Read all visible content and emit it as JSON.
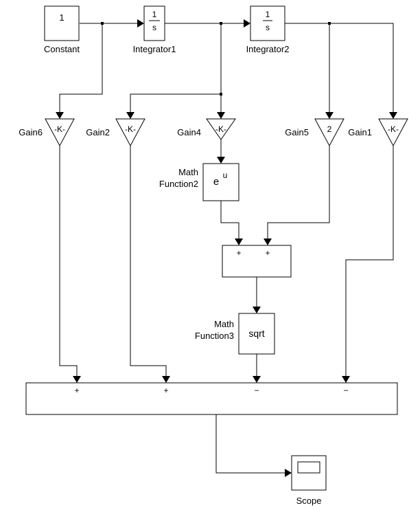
{
  "blocks": {
    "constant": {
      "name": "Constant",
      "value": "1"
    },
    "integrator1": {
      "name": "Integrator1",
      "num": "1",
      "den": "s"
    },
    "integrator2": {
      "name": "Integrator2",
      "num": "1",
      "den": "s"
    },
    "gain6": {
      "name": "Gain6",
      "value": "-K-"
    },
    "gain2": {
      "name": "Gain2",
      "value": "-K-"
    },
    "gain4": {
      "name": "Gain4",
      "value": "-K-"
    },
    "gain5": {
      "name": "Gain5",
      "value": "2"
    },
    "gain1": {
      "name": "Gain1",
      "value": "-K-"
    },
    "math_function2": {
      "name_line1": "Math",
      "name_line2": "Function2",
      "base": "e",
      "exponent": "u"
    },
    "math_function3": {
      "name_line1": "Math",
      "name_line2": "Function3",
      "label": "sqrt"
    },
    "sum_small": {
      "signs": [
        "+",
        "+"
      ]
    },
    "sum_big": {
      "signs": [
        "+",
        "+",
        "−",
        "−"
      ]
    },
    "scope": {
      "name": "Scope"
    }
  }
}
